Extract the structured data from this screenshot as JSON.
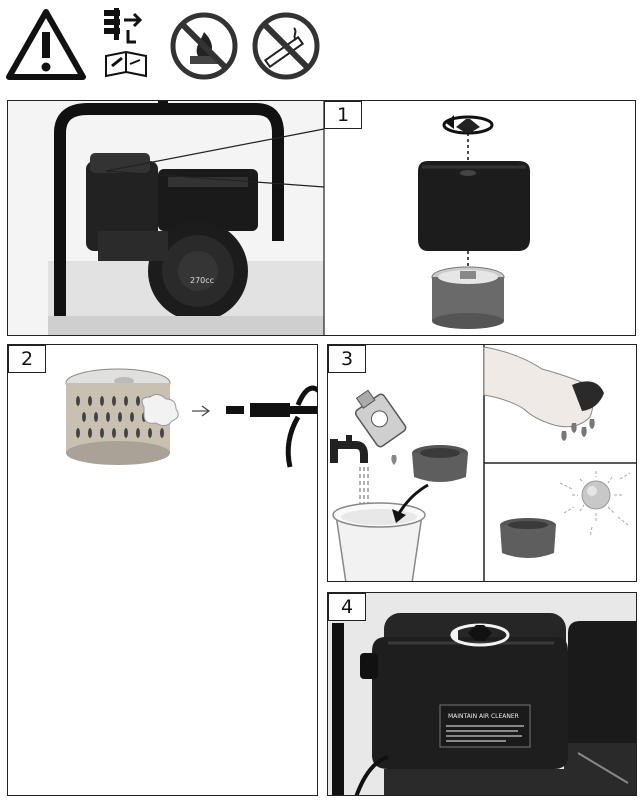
{
  "header_icons": [
    {
      "name": "warning-triangle-icon"
    },
    {
      "name": "disconnect-spark-plug-manual-icon"
    },
    {
      "name": "no-open-flame-icon"
    },
    {
      "name": "no-smoking-icon"
    }
  ],
  "steps": {
    "step1": {
      "number": "1"
    },
    "step2": {
      "number": "2"
    },
    "step3": {
      "number": "3"
    },
    "step4": {
      "number": "4"
    }
  },
  "engine_decal": {
    "displacement": "270cc"
  },
  "air_cleaner_label": {
    "heading": "MAINTAIN AIR CLEANER"
  },
  "colors": {
    "engine_black": "#1e1e1e",
    "foam_sponge": "#5e5e5e",
    "paper_filter": "#c8c0b0",
    "sun_glow": "#c8c8c8",
    "frame_grey": "#d8d8d8"
  }
}
